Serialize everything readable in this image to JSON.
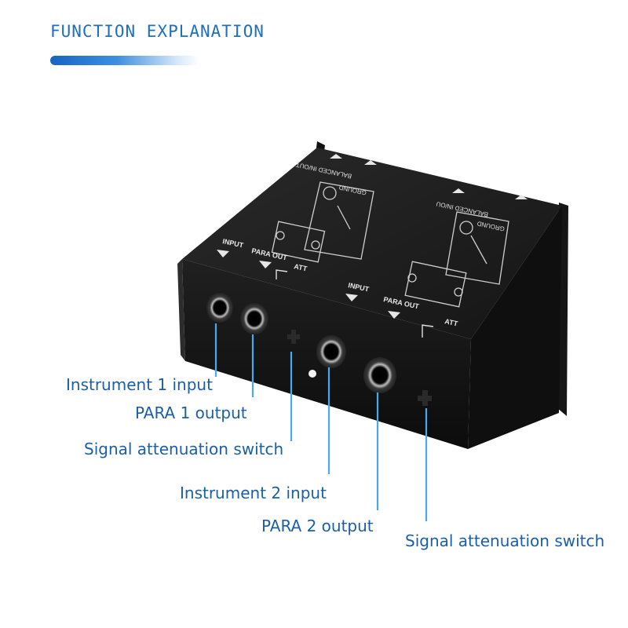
{
  "header": {
    "title": "FUNCTION EXPLANATION"
  },
  "colors": {
    "accent": "#1f6fbf",
    "callout_text": "#1a5fa8",
    "leader_line": "#4aa8f0",
    "device_body": "#1c1c1c"
  },
  "device": {
    "channel_1": {
      "input_label": "INPUT",
      "para_out_label": "PARA OUT",
      "att_label": "ATT",
      "ground_label": "GROUND",
      "balanced_label": "BALANCED IN/OUT"
    },
    "channel_2": {
      "input_label": "INPUT",
      "para_out_label": "PARA OUT",
      "att_label": "ATT",
      "ground_label": "GROUND",
      "balanced_label": "BALANCED IN/OU"
    }
  },
  "callouts": [
    {
      "label": "Instrument 1 input"
    },
    {
      "label": "PARA 1 output"
    },
    {
      "label": "Signal attenuation switch"
    },
    {
      "label": "Instrument 2 input"
    },
    {
      "label": "PARA 2 output"
    },
    {
      "label": "Signal attenuation switch"
    }
  ]
}
